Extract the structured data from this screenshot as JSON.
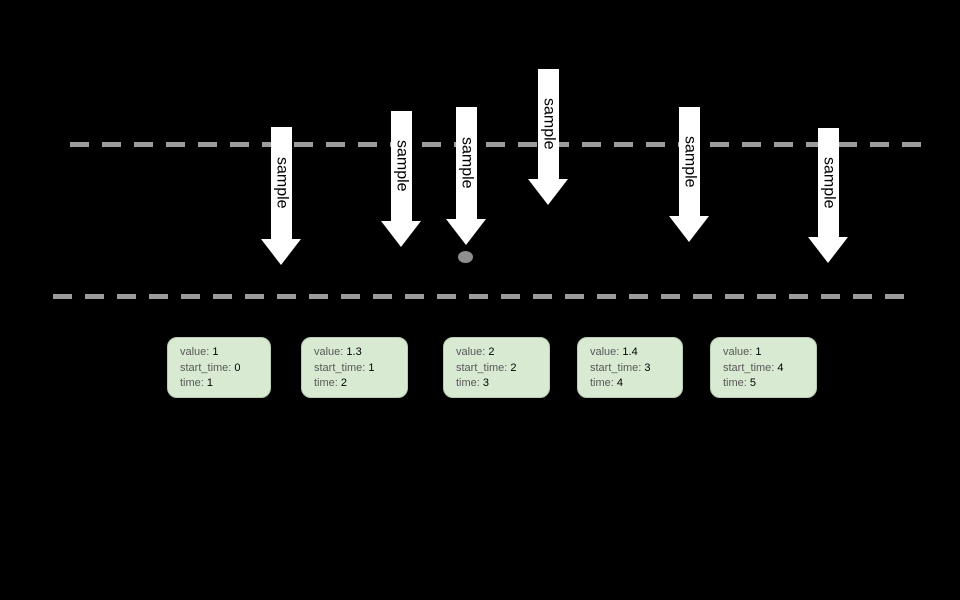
{
  "scene": {
    "background_color": "#000000",
    "dashed_line_color": "#9c9c9c",
    "arrow_fill_color": "#ffffff",
    "arrow_text_color": "#000000",
    "dot_color": "#8f8f8f",
    "box_fill_color": "#d9ead3",
    "box_label_color": "#595959",
    "box_value_color": "#000000"
  },
  "arrows": [
    {
      "label": "sample"
    },
    {
      "label": "sample"
    },
    {
      "label": "sample"
    },
    {
      "label": "sample"
    },
    {
      "label": "sample"
    },
    {
      "label": "sample"
    }
  ],
  "boxes": [
    {
      "lines": [
        {
          "label": "value:",
          "value": "1"
        },
        {
          "label": "start_time:",
          "value": "0"
        },
        {
          "label": "time:",
          "value": "1"
        }
      ]
    },
    {
      "lines": [
        {
          "label": "value:",
          "value": "1.3"
        },
        {
          "label": "start_time:",
          "value": "1"
        },
        {
          "label": "time:",
          "value": "2"
        }
      ]
    },
    {
      "lines": [
        {
          "label": "value:",
          "value": "2"
        },
        {
          "label": "start_time:",
          "value": "2"
        },
        {
          "label": "time:",
          "value": "3"
        }
      ]
    },
    {
      "lines": [
        {
          "label": "value:",
          "value": "1.4"
        },
        {
          "label": "start_time:",
          "value": "3"
        },
        {
          "label": "time:",
          "value": "4"
        }
      ]
    },
    {
      "lines": [
        {
          "label": "value:",
          "value": "1"
        },
        {
          "label": "start_time:",
          "value": "4"
        },
        {
          "label": "time:",
          "value": "5"
        }
      ]
    }
  ]
}
